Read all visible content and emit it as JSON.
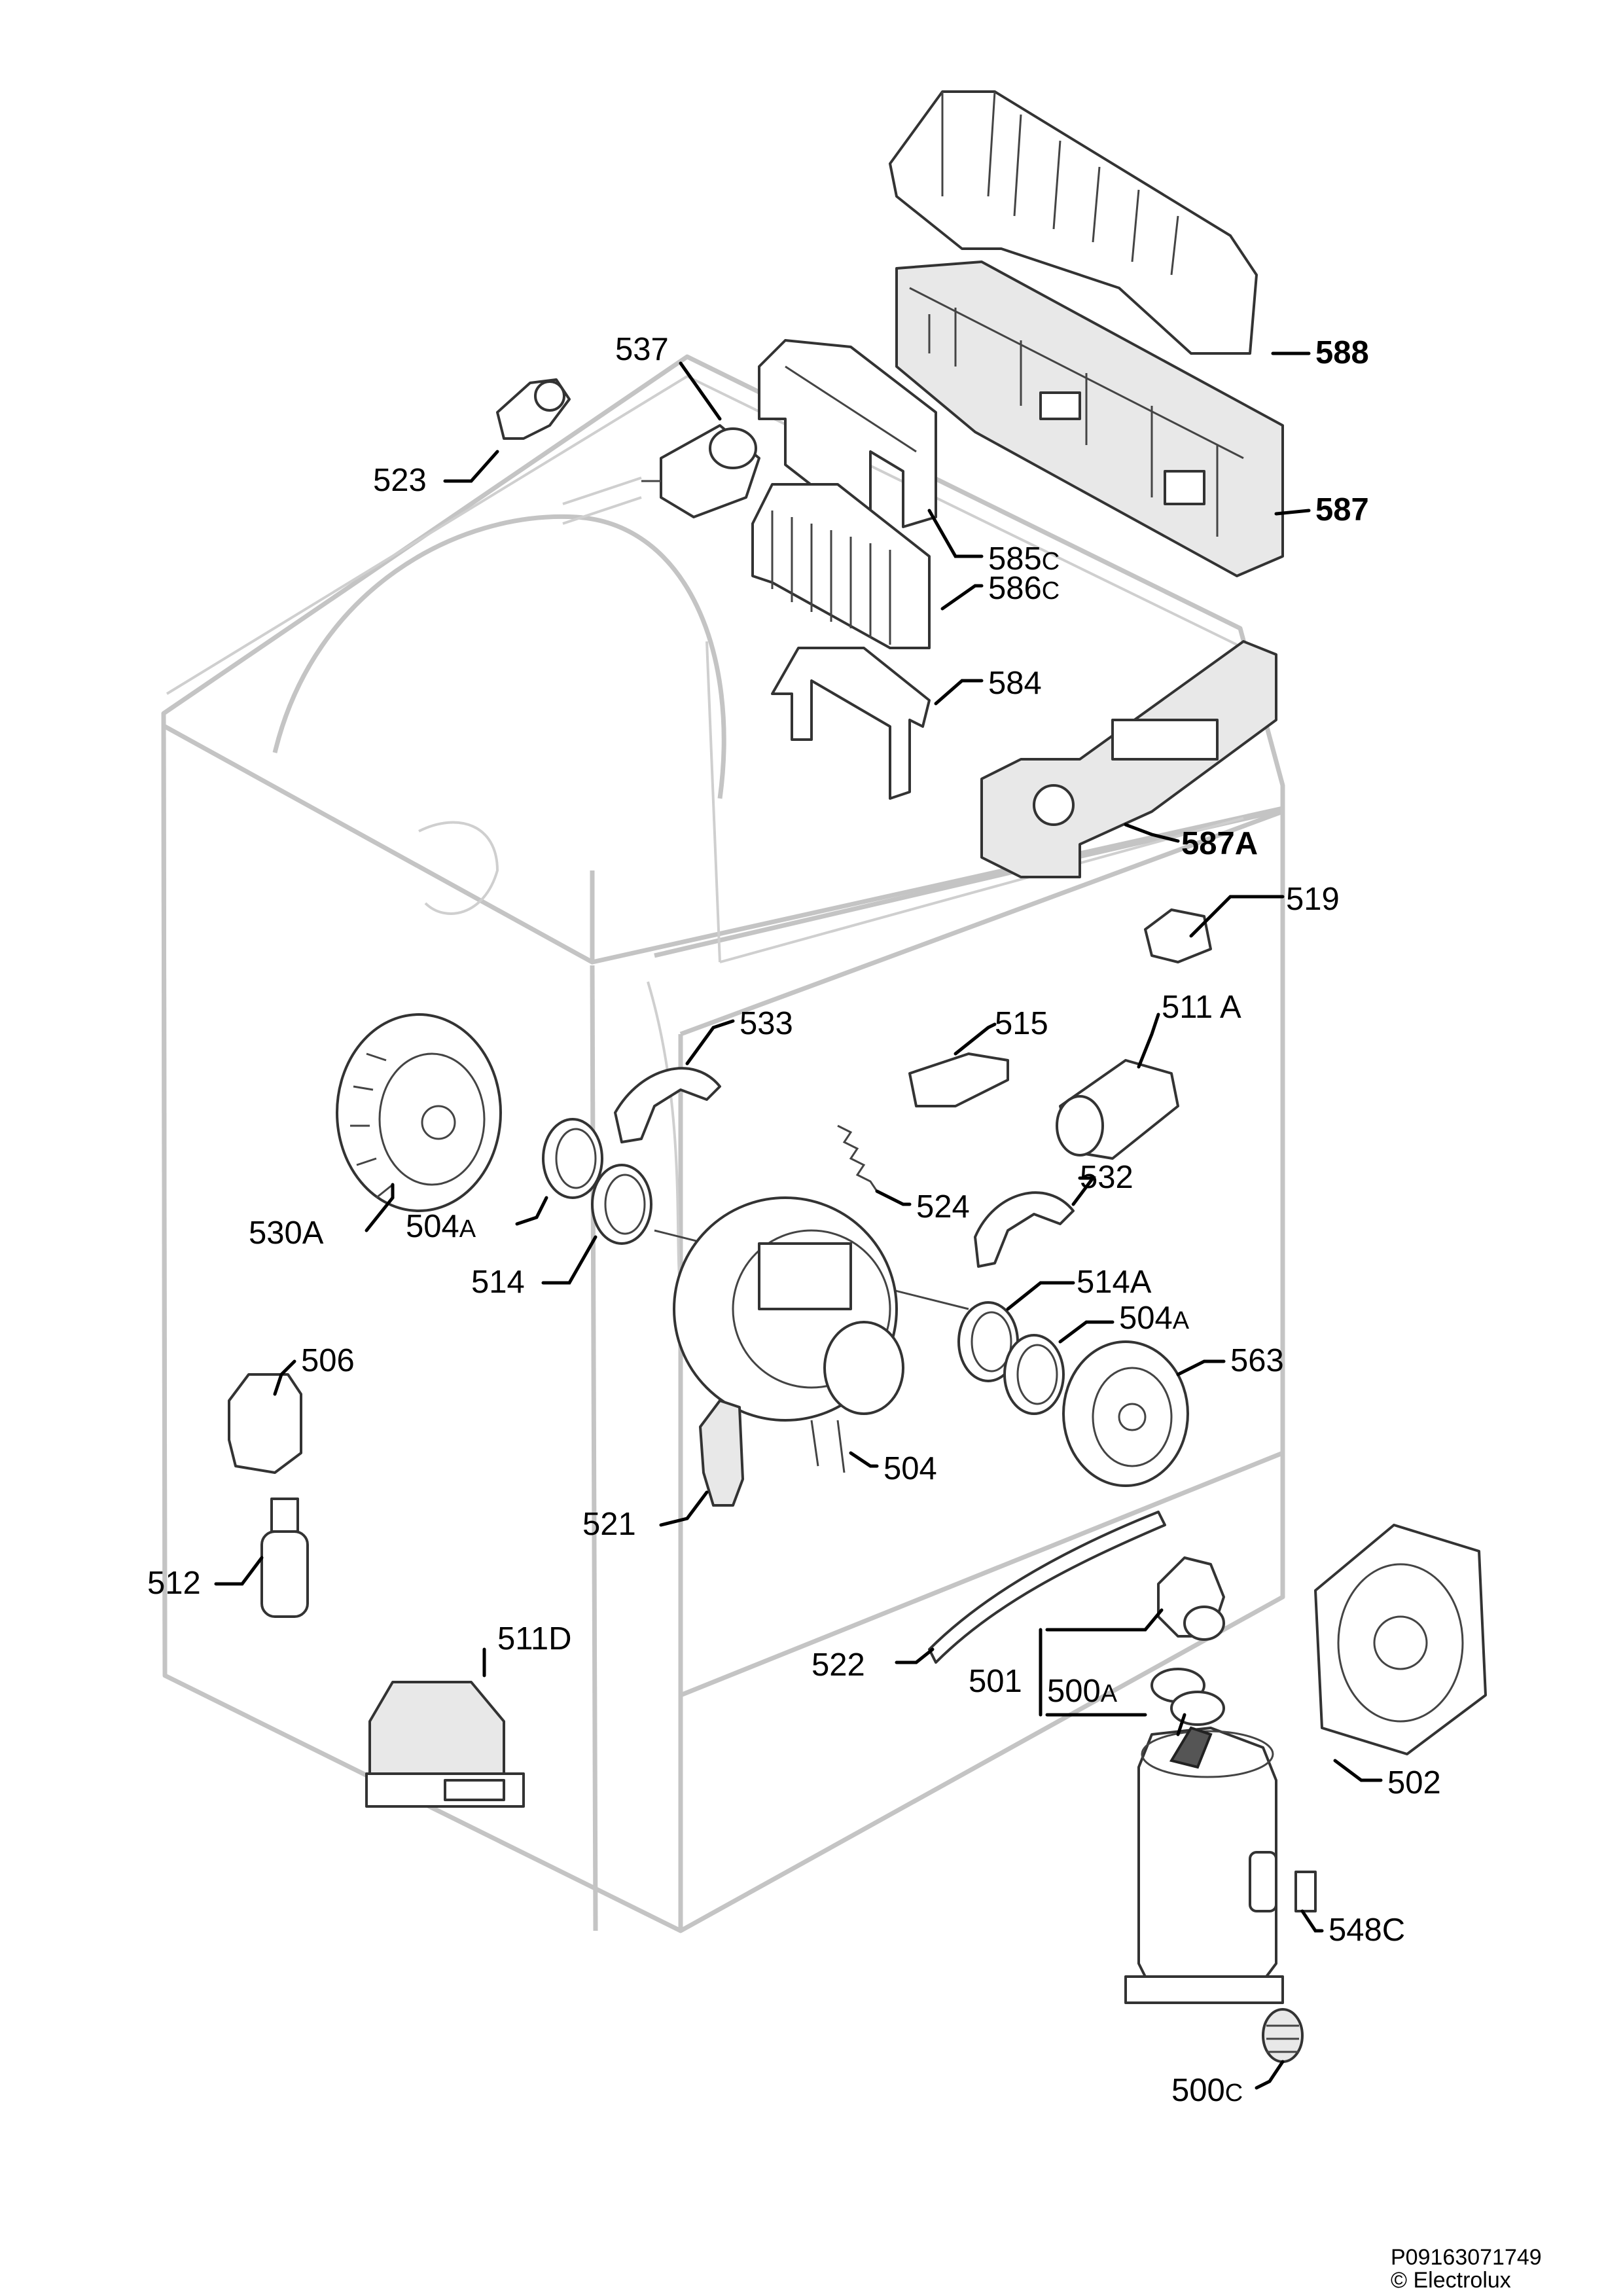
{
  "labels": {
    "p588": "588",
    "p587": "587",
    "p537": "537",
    "p523": "523",
    "p585c": "585",
    "p585c_suffix": "C",
    "p586c": "586",
    "p586c_suffix": "C",
    "p584": "584",
    "p587a": "587A",
    "p519": "519",
    "p533": "533",
    "p515": "515",
    "p511a": "511 A",
    "p524": "524",
    "p532": "532",
    "p530a": "530A",
    "p504a_left": "504",
    "p504a_left_suffix": "A",
    "p514": "514",
    "p514a": "514A",
    "p504a_right": "504",
    "p504a_right_suffix": "A",
    "p563": "563",
    "p506": "506",
    "p504": "504",
    "p521": "521",
    "p512": "512",
    "p511d": "511D",
    "p522": "522",
    "p501": "501",
    "p500a": "500",
    "p500a_suffix": "A",
    "p502": "502",
    "p548c": "548C",
    "p500c": "500",
    "p500c_suffix": "C"
  },
  "footer": {
    "code": "P09163071749",
    "copyright": "© Electrolux"
  }
}
